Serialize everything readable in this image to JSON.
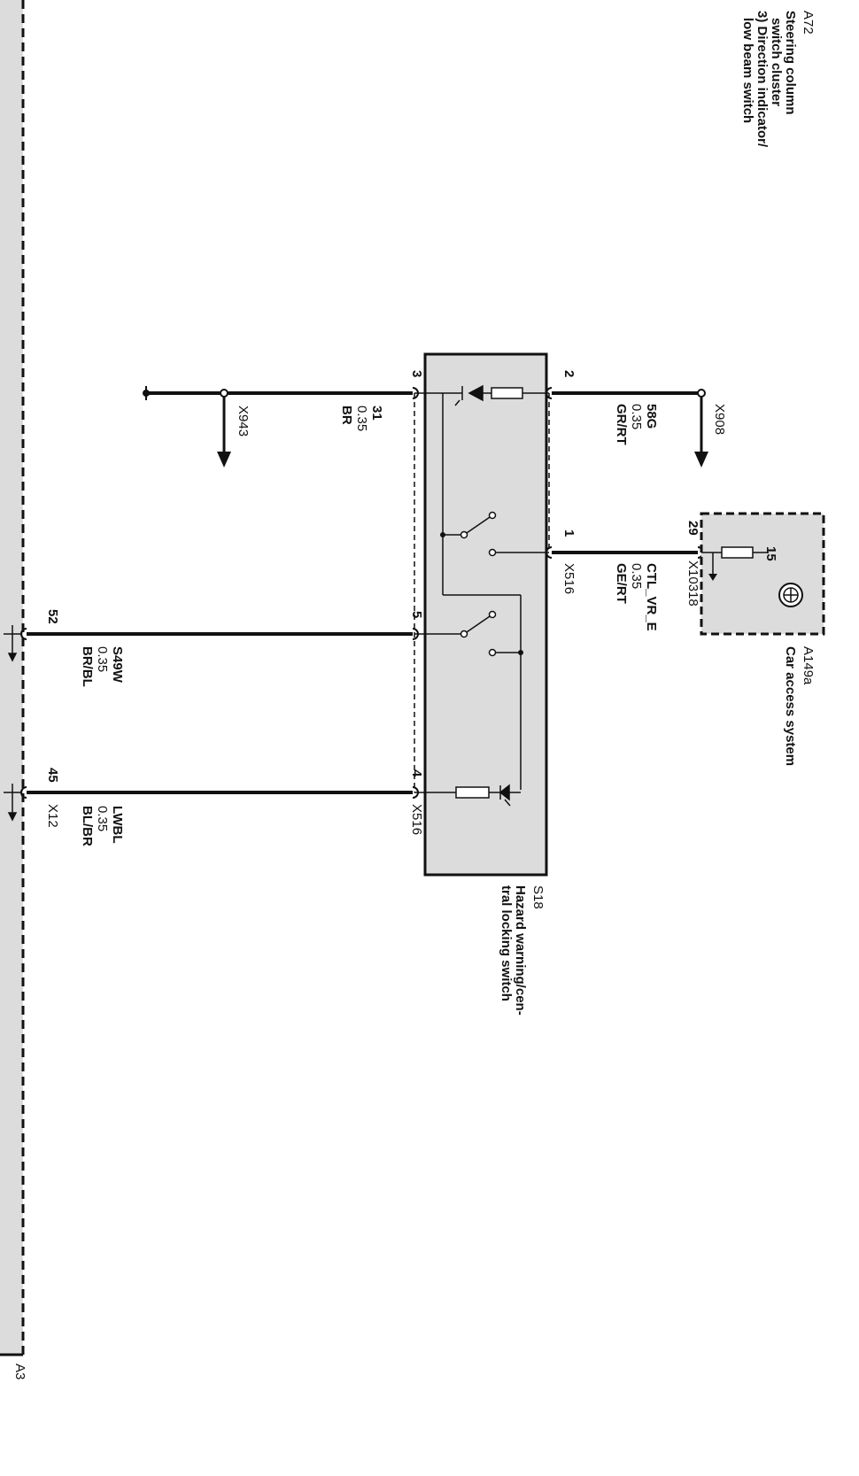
{
  "colors": {
    "box_fill": "#dcdcdc",
    "wire": "#111111",
    "background": "#ffffff"
  },
  "components": {
    "a72": {
      "id": "A72",
      "lines": [
        "Steering column",
        "switch cluster",
        "3) Direction indicator/",
        "low beam  switch"
      ]
    },
    "a149a": {
      "id": "A149a",
      "name": "Car access system",
      "pin": "15",
      "connector": "X10318",
      "connector_pin": "29"
    },
    "s18": {
      "id": "S18",
      "lines": [
        "Hazard warning/cen-",
        "tral locking switch"
      ],
      "connector_top": "X516",
      "connector_bottom": "X516",
      "pins": [
        "3",
        "2",
        "1",
        "5",
        "4"
      ]
    },
    "a3": {
      "id": "A3",
      "connector": "X12",
      "pins": [
        "52",
        "45"
      ]
    }
  },
  "wires": [
    {
      "signal": "31",
      "size": "0.35",
      "color": "BR",
      "ref": "X943"
    },
    {
      "signal": "58G",
      "size": "0.35",
      "color": "GR/RT",
      "ref": "X908"
    },
    {
      "signal": "CTL_VR_E",
      "size": "0.35",
      "color": "GE/RT"
    },
    {
      "signal": "S49W",
      "size": "0.35",
      "color": "BR/BL"
    },
    {
      "signal": "LWBL",
      "size": "0.35",
      "color": "BL/BR"
    }
  ],
  "icons": {
    "ground": "ground-icon",
    "arrow": "arrow-down-icon",
    "bmw": "bmw-logo-icon",
    "led": "led-icon",
    "resistor": "resistor-icon"
  }
}
